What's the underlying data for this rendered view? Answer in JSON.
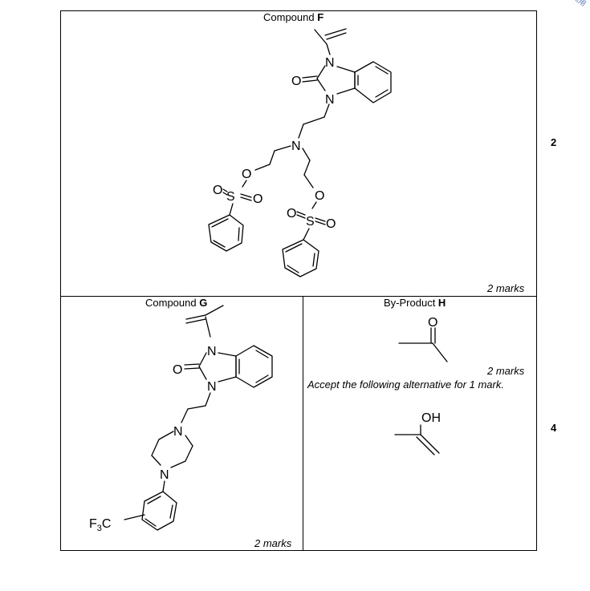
{
  "top_box": {
    "title_prefix": "Compound ",
    "title_letter": "F",
    "marks": "2 marks",
    "question_marks": "2"
  },
  "left_box": {
    "title_prefix": "Compound ",
    "title_letter": "G",
    "marks": "2 marks"
  },
  "right_box": {
    "title_prefix": "By-Product ",
    "title_letter": "H",
    "marks": "2 marks",
    "note": "Accept the following alternative for 1 mark.",
    "question_marks": "4"
  },
  "atoms": {
    "N": "N",
    "O": "O",
    "S": "S",
    "OH": "OH",
    "F3C_F": "F",
    "F3C_3": "3",
    "F3C_C": "C"
  },
  "watermark": "禁商用"
}
